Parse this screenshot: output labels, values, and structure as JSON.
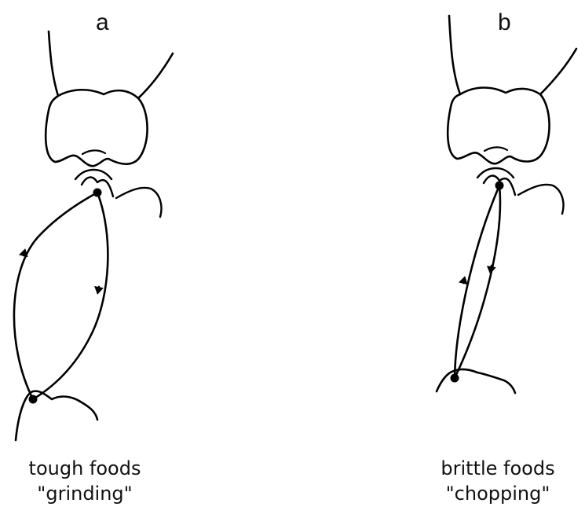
{
  "panels": [
    {
      "label": "a",
      "caption_line1": "tough foods",
      "caption_line2": "\"grinding\""
    },
    {
      "label": "b",
      "caption_line1": "brittle foods",
      "caption_line2": "\"chopping\""
    }
  ],
  "colors": {
    "stroke": "#000000",
    "text": "#111111",
    "background": "#ffffff"
  }
}
